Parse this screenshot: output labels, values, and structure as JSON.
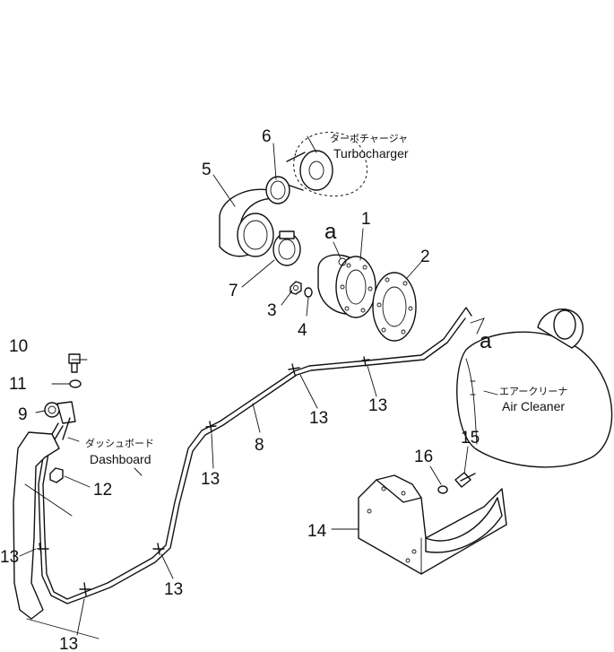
{
  "labels": {
    "turbocharger_ja": "ターボチャージャ",
    "turbocharger_en": "Turbocharger",
    "air_cleaner_ja": "エアークリーナ",
    "air_cleaner_en": "Air Cleaner",
    "dashboard_ja": "ダッシュボード",
    "dashboard_en": "Dashboard",
    "connection_mark": "a"
  },
  "callouts": {
    "c1": "1",
    "c2": "2",
    "c3": "3",
    "c4": "4",
    "c5": "5",
    "c6": "6",
    "c7": "7",
    "c8": "8",
    "c9": "9",
    "c10": "10",
    "c11": "11",
    "c12": "12",
    "c13": "13",
    "c14": "14",
    "c15": "15",
    "c16": "16"
  }
}
